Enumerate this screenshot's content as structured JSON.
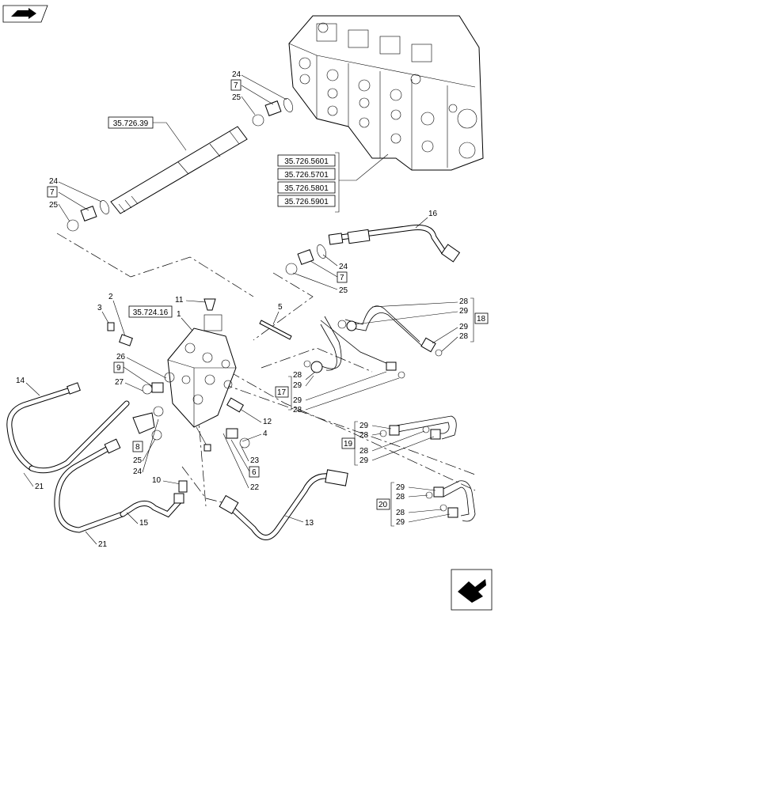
{
  "refs": {
    "r1": "35.726.39",
    "r2": "35.724.16",
    "group": [
      "35.726.5601",
      "35.726.5701",
      "35.726.5801",
      "35.726.5901"
    ]
  },
  "callouts": {
    "c1": "1",
    "c2": "2",
    "c3": "3",
    "c4": "4",
    "c5": "5",
    "c6": "6",
    "c7": "7",
    "c8": "8",
    "c9": "9",
    "c10": "10",
    "c11": "11",
    "c12": "12",
    "c13": "13",
    "c14": "14",
    "c15": "15",
    "c16": "16",
    "c17": "17",
    "c18": "18",
    "c19": "19",
    "c20": "20",
    "c21": "21",
    "c22": "22",
    "c23": "23",
    "c24": "24",
    "c25": "25",
    "c26": "26",
    "c27": "27",
    "c28": "28",
    "c29": "29"
  }
}
